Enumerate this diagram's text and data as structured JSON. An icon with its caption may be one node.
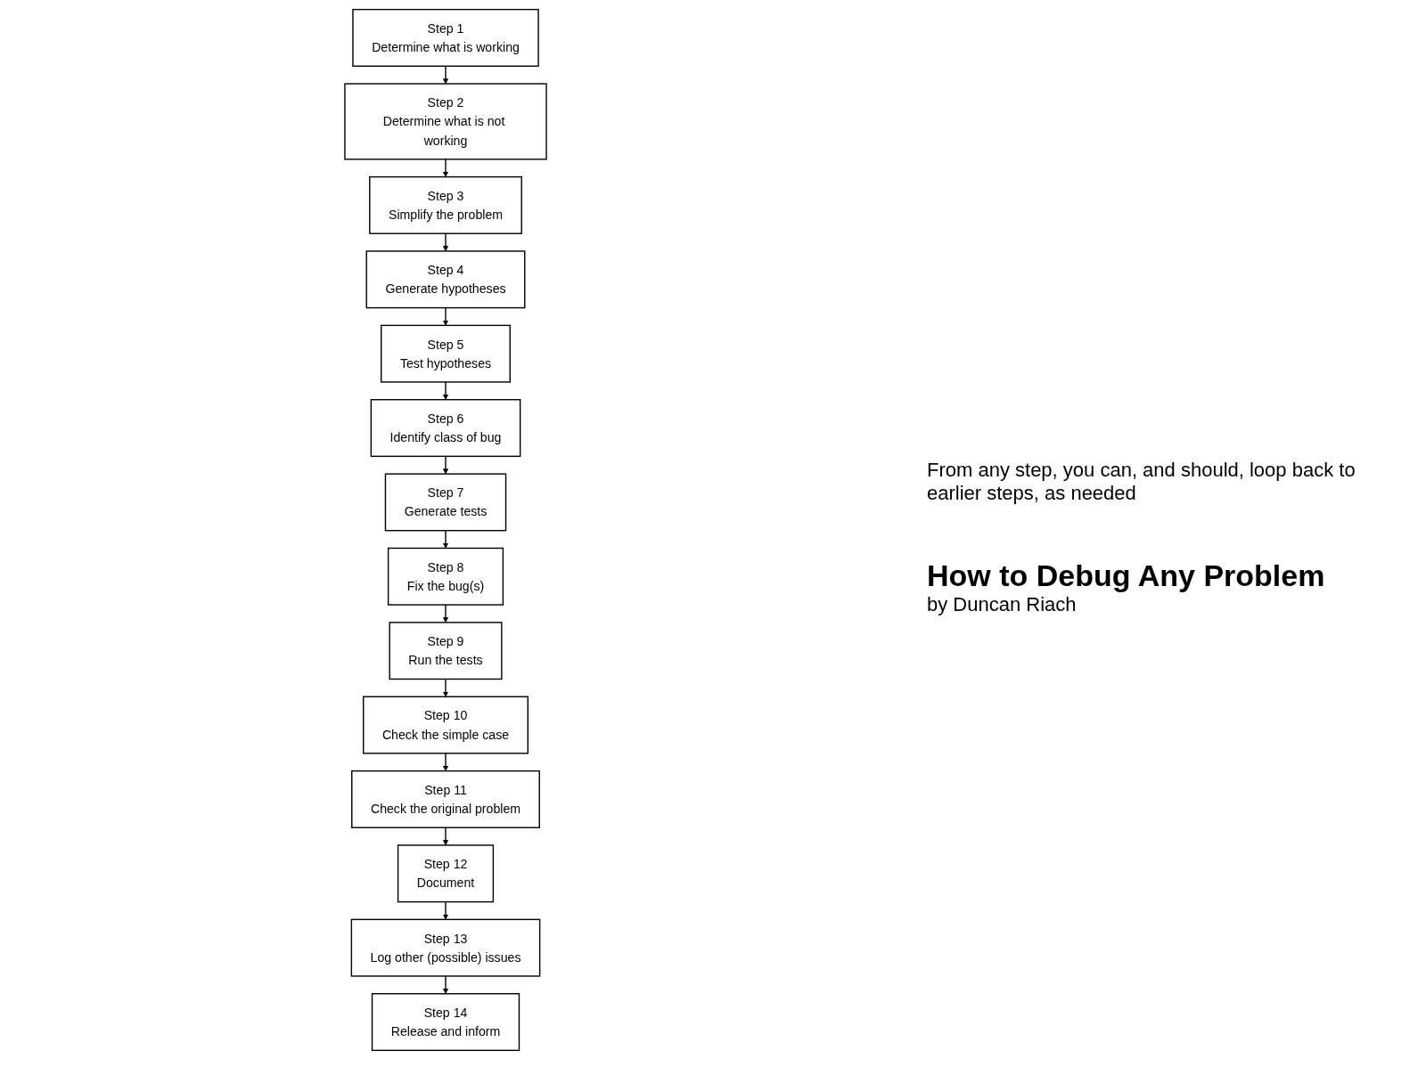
{
  "diagram": {
    "title": "How to Debug Any Problem",
    "nodes": [
      {
        "text": [
          "Step 1",
          "Determine what is working"
        ]
      },
      {
        "text": [
          "Step 2",
          "Determine what is not working"
        ]
      },
      {
        "text": [
          "Step 3",
          "Simplify the problem"
        ]
      },
      {
        "text": [
          "Step 4",
          "Generate hypotheses"
        ]
      },
      {
        "text": [
          "Step 5",
          "Test hypotheses"
        ]
      },
      {
        "text": [
          "Step 6",
          "Identify class of bug"
        ]
      },
      {
        "text": [
          "Step 7",
          "Generate tests"
        ]
      },
      {
        "text": [
          "Step 8",
          "Fix the bug(s)"
        ]
      },
      {
        "text": [
          "Step 9",
          "Run the tests"
        ]
      },
      {
        "text": [
          "Step 10",
          "Check the simple case"
        ]
      },
      {
        "text": [
          "Step 11",
          "Check the original problem"
        ]
      },
      {
        "text": [
          "Step 12",
          "Document"
        ]
      },
      {
        "text": [
          "Step 13",
          "Log other (possible) issues"
        ]
      },
      {
        "text": [
          "Step 14",
          "Release and inform"
        ]
      }
    ],
    "edges": [
      {
        "from": 0,
        "to": 1,
        "arrow": "to"
      },
      {
        "from": 1,
        "to": 2,
        "arrow": "to"
      },
      {
        "from": 2,
        "to": 3,
        "arrow": "to"
      },
      {
        "from": 3,
        "to": 4,
        "arrow": "to"
      },
      {
        "from": 4,
        "to": 5,
        "arrow": "to"
      },
      {
        "from": 5,
        "to": 6,
        "arrow": "to"
      },
      {
        "from": 6,
        "to": 7,
        "arrow": "to"
      },
      {
        "from": 7,
        "to": 8,
        "arrow": "to"
      },
      {
        "from": 8,
        "to": 9,
        "arrow": "to"
      },
      {
        "from": 9,
        "to": 10,
        "arrow": "to"
      },
      {
        "from": 10,
        "to": 11,
        "arrow": "to"
      },
      {
        "from": 11,
        "to": 12,
        "arrow": "to"
      },
      {
        "from": 12,
        "to": 13,
        "arrow": "to"
      }
    ],
    "labels": [
      "From any step, you can, and should, loop back to earlier steps, as needed",
      "by Duncan Riach"
    ]
  }
}
